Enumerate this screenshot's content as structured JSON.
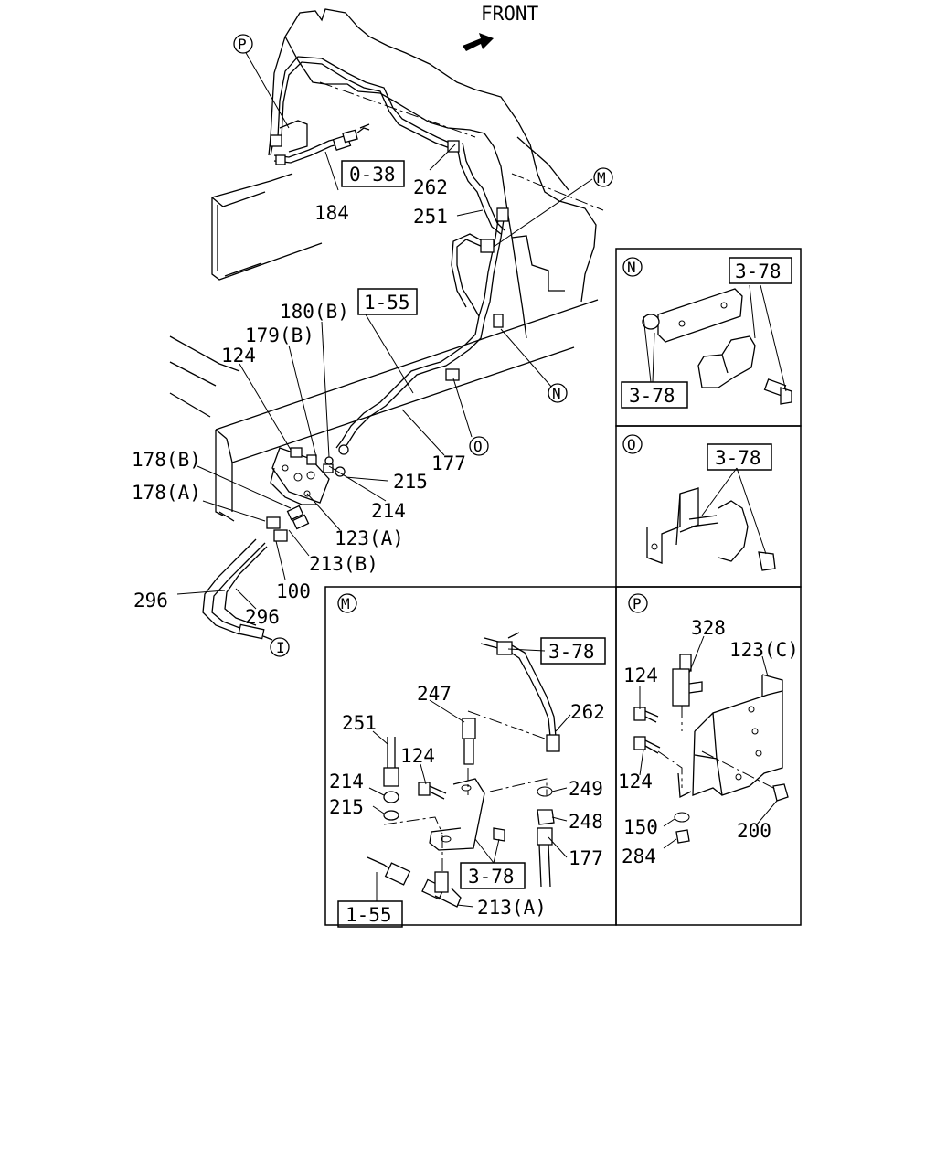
{
  "direction": "FRONT",
  "colors": {
    "ink": "#000000",
    "paper": "#ffffff"
  },
  "ref_boxes": {
    "r038": "0-38",
    "r155_main": "1-55",
    "r155_m": "1-55",
    "r378_n_top": "3-78",
    "r378_n_bottom": "3-78",
    "r378_o": "3-78",
    "r378_m_top": "3-78",
    "r378_m_bottom": "3-78"
  },
  "markers": {
    "p_main": "P",
    "m_main": "M",
    "n_main": "N",
    "o_main": "O",
    "i_main": "I",
    "n_panel": "N",
    "o_panel": "O",
    "m_panel": "M",
    "p_panel": "P"
  },
  "labels": {
    "l184": "184",
    "l262": "262",
    "l251": "251",
    "l180b": "180(B)",
    "l179b": "179(B)",
    "l124": "124",
    "l178b": "178(B)",
    "l178a": "178(A)",
    "l215": "215",
    "l214": "214",
    "l177": "177",
    "l123a": "123(A)",
    "l213b": "213(B)",
    "l100": "100",
    "l296a": "296",
    "l296b": "296",
    "m251": "251",
    "m247": "247",
    "m262": "262",
    "m124": "124",
    "m214": "214",
    "m215": "215",
    "m249": "249",
    "m248": "248",
    "m177": "177",
    "m213a": "213(A)",
    "p328": "328",
    "p123c": "123(C)",
    "p124a": "124",
    "p124b": "124",
    "p150": "150",
    "p284": "284",
    "p200": "200"
  }
}
